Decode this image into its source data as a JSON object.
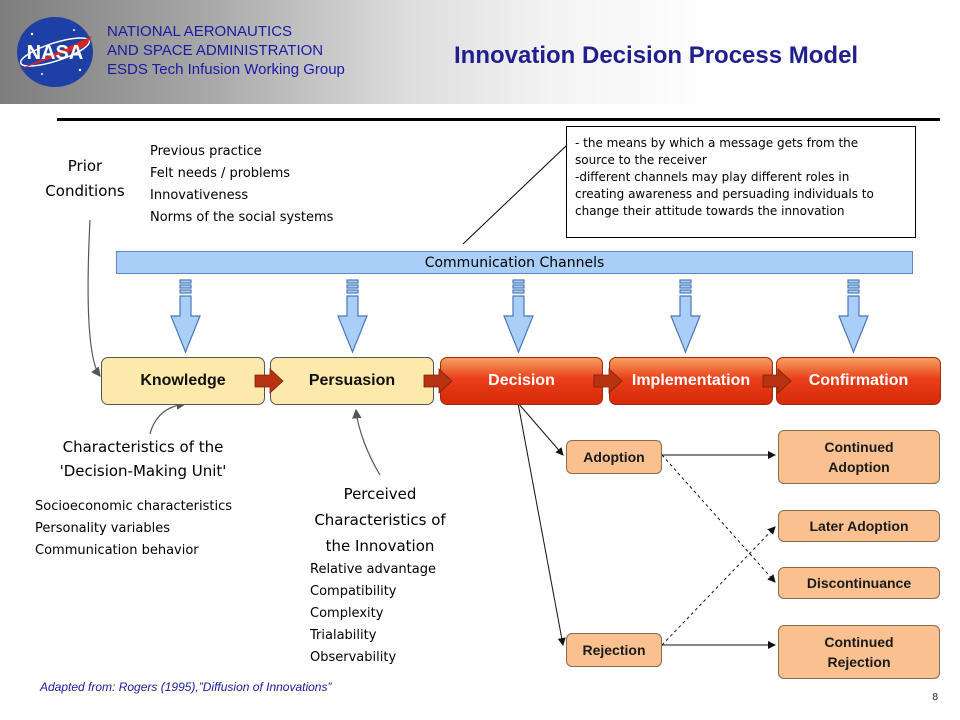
{
  "header": {
    "logo_text": "NASA",
    "agency_lines": [
      "NATIONAL AERONAUTICS",
      "AND SPACE ADMINISTRATION",
      "ESDS Tech Infusion Working Group"
    ],
    "title": "Innovation Decision Process Model"
  },
  "prior_conditions": {
    "label_lines": [
      "Prior",
      "Conditions"
    ],
    "items": [
      "Previous practice",
      "Felt needs / problems",
      "Innovativeness",
      "Norms of the social systems"
    ]
  },
  "channel_definition": [
    "- the means by which a message gets from the",
    "source to the receiver",
    "-different channels may play different roles in",
    "creating awareness and persuading individuals to",
    "change their attitude towards the innovation"
  ],
  "channels_label": "Communication Channels",
  "stages": [
    "Knowledge",
    "Persuasion",
    "Decision",
    "Implementation",
    "Confirmation"
  ],
  "colors": {
    "stage_light": "#fde9ab",
    "stage_hot": "#e23a14",
    "channel": "#a9cff8",
    "outcome": "#fac090",
    "arrow_fill": "#a9cff8",
    "connector": "#c0392b"
  },
  "decision_unit": {
    "label_lines": [
      "Characteristics of the",
      "'Decision-Making Unit'"
    ],
    "items": [
      "Socioeconomic characteristics",
      "Personality variables",
      "Communication behavior"
    ]
  },
  "perceived": {
    "label_lines": [
      "Perceived",
      "Characteristics of",
      "the Innovation"
    ],
    "items": [
      "Relative advantage",
      "Compatibility",
      "Complexity",
      "Trialability",
      "Observability"
    ]
  },
  "decisions": {
    "adoption": "Adoption",
    "rejection": "Rejection"
  },
  "outcomes": {
    "continued_adoption": [
      "Continued",
      "Adoption"
    ],
    "later_adoption": "Later Adoption",
    "discontinuance": "Discontinuance",
    "continued_rejection": [
      "Continued",
      "Rejection"
    ]
  },
  "footer": {
    "source": "Adapted from: Rogers (1995),”Diffusion of Innovations”",
    "page_number": "8"
  }
}
